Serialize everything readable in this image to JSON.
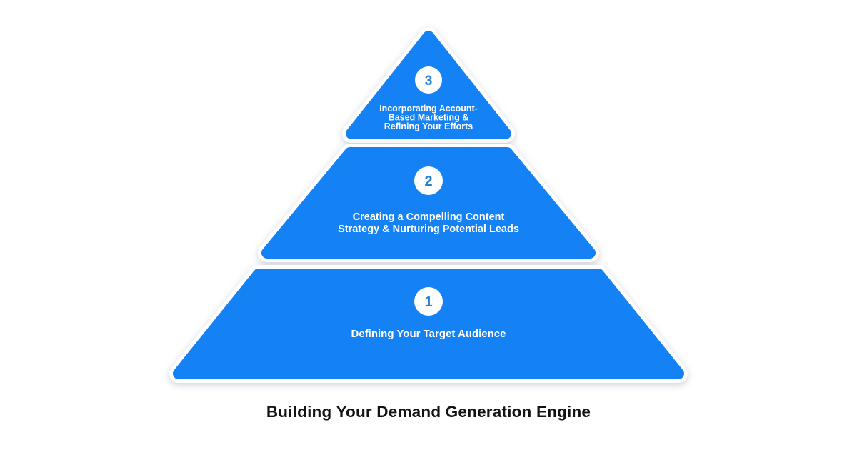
{
  "title": "Building Your Demand Generation Engine",
  "colors": {
    "shape_blue": "#1482f4",
    "badge_background": "#ffffff",
    "badge_number_blue": "#2a7fd1",
    "label_text": "#ffffff",
    "title_text": "#131313",
    "page_background": "#ffffff"
  },
  "levels": [
    {
      "number": "3",
      "lines": [
        "Incorporating Account-",
        "Based Marketing &",
        "Refining Your Efforts"
      ]
    },
    {
      "number": "2",
      "lines": [
        "Creating a Compelling Content",
        "Strategy & Nurturing Potential Leads"
      ]
    },
    {
      "number": "1",
      "lines": [
        "Defining Your Target Audience"
      ]
    }
  ]
}
